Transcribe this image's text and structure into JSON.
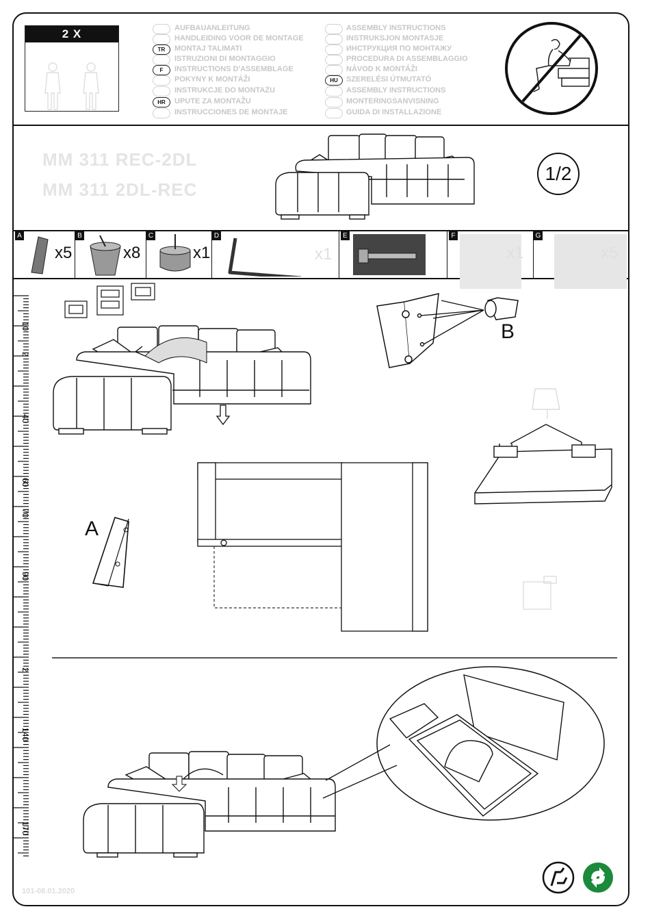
{
  "people": {
    "count_label": "2 X"
  },
  "languages": {
    "left": [
      "AUFBAUANLEITUNG",
      "HANDLEIDING VOOR DE MONTAGE",
      "MONTAJ TALIMATI",
      "ISTRUZIONI DI MONTAGGIO",
      "INSTRUCTIONS D'ASSEMBLAGE",
      "POKYNY K MONTÁŽI",
      "INSTRUKCJE DO MONTAŻU",
      "UPUTE ZA MONTAŽU",
      "INSTRUCCIONES DE MONTAJE"
    ],
    "right": [
      "ASSEMBLY INSTRUCTIONS",
      "INSTRUKSJON MONTASJE",
      "ИНСТРУКЦИЯ ПО МОНТАЖУ",
      "PROCEDURA DI ASSEMBLAGGIO",
      "NÁVOD K MONTÁŽI",
      "SZERELÉSI ÚTMUTATÓ",
      "ASSEMBLY INSTRUCTIONS",
      "MONTERINGSANVISNING",
      "GUIDA DI INSTALLAZIONE"
    ],
    "codes": {
      "tr": "TR",
      "f": "F",
      "hr": "HR",
      "hu": "HU"
    }
  },
  "model": {
    "line1": "MM 311 REC-2DL",
    "line2": "MM 311 2DL-REC"
  },
  "page": {
    "label": "1/2"
  },
  "parts": [
    {
      "letter": "A",
      "qty": "x5"
    },
    {
      "letter": "B",
      "qty": "x8"
    },
    {
      "letter": "C",
      "qty": "x1"
    },
    {
      "letter": "D",
      "qty": "x1"
    },
    {
      "letter": "E",
      "qty": ""
    },
    {
      "letter": "F",
      "qty": "x1"
    },
    {
      "letter": "G",
      "qty": "x5"
    }
  ],
  "ruler": {
    "labels": [
      "10",
      "2",
      "40",
      "60",
      "70",
      "90",
      "2",
      "140",
      "170"
    ]
  },
  "diagram_labels": {
    "part_b": "B",
    "part_a": "A"
  },
  "footer": {
    "doc_id": "101-08.01.2020"
  }
}
